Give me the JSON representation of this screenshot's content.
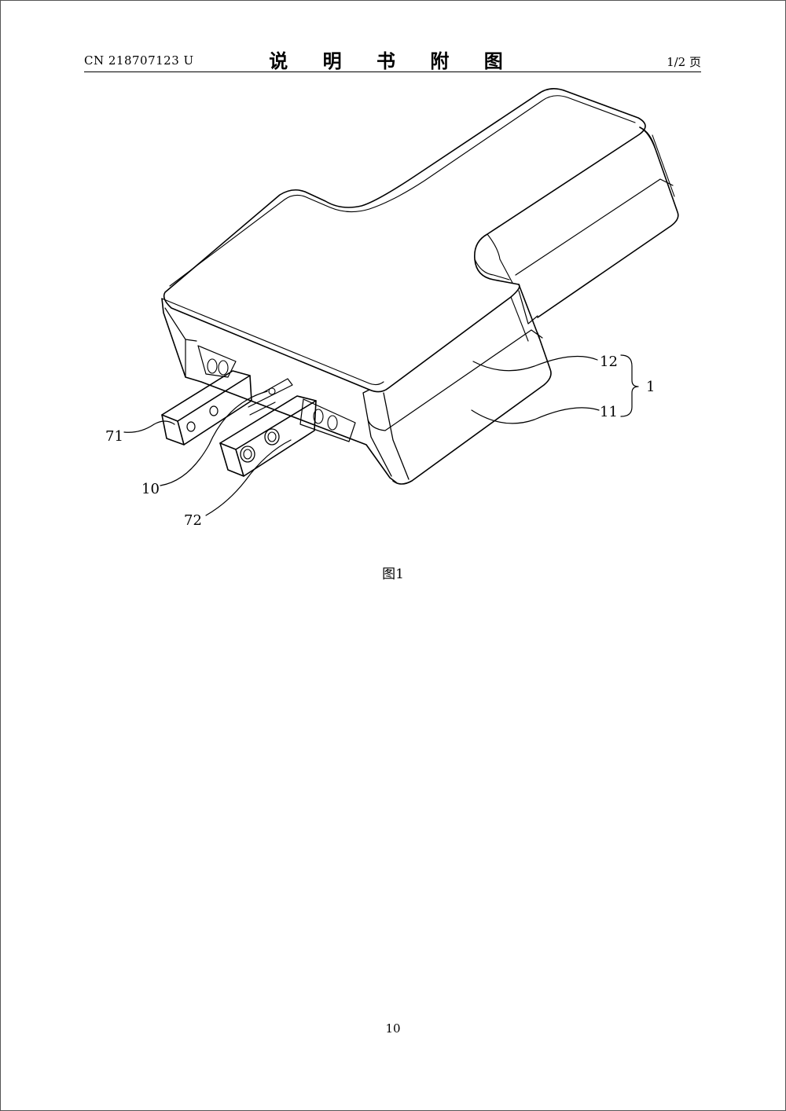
{
  "header": {
    "patent_number": "CN 218707123 U",
    "title": "说 明 书 附 图",
    "page_indicator": "1/2 页"
  },
  "figure": {
    "caption": "图1",
    "labels": {
      "ref_1": "1",
      "ref_10": "10",
      "ref_11": "11",
      "ref_12": "12",
      "ref_71": "71",
      "ref_72": "72"
    }
  },
  "footer": {
    "page_number": "10"
  }
}
